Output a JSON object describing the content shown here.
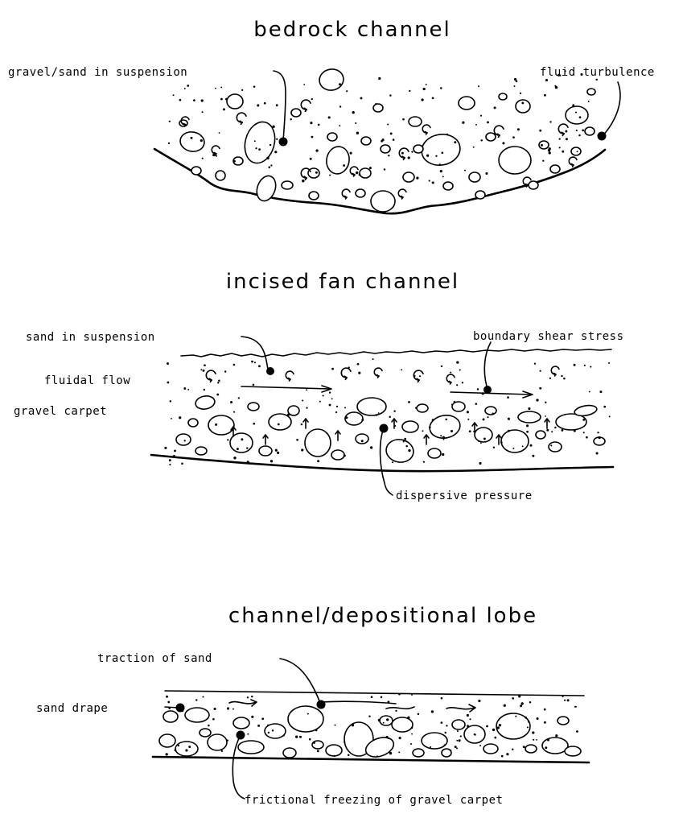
{
  "panels": [
    {
      "title": "bedrock channel",
      "labels": {
        "suspension": "gravel/sand in suspension",
        "turbulence": "fluid turbulence"
      }
    },
    {
      "title": "incised fan channel",
      "labels": {
        "suspension": "sand in suspension",
        "shear": "boundary shear stress",
        "flow": "fluidal flow",
        "carpet": "gravel carpet",
        "dispersive": "dispersive pressure"
      }
    },
    {
      "title": "channel/depositional lobe",
      "labels": {
        "traction": "traction of sand",
        "drape": "sand drape",
        "freezing": "frictional freezing of gravel carpet"
      }
    }
  ]
}
